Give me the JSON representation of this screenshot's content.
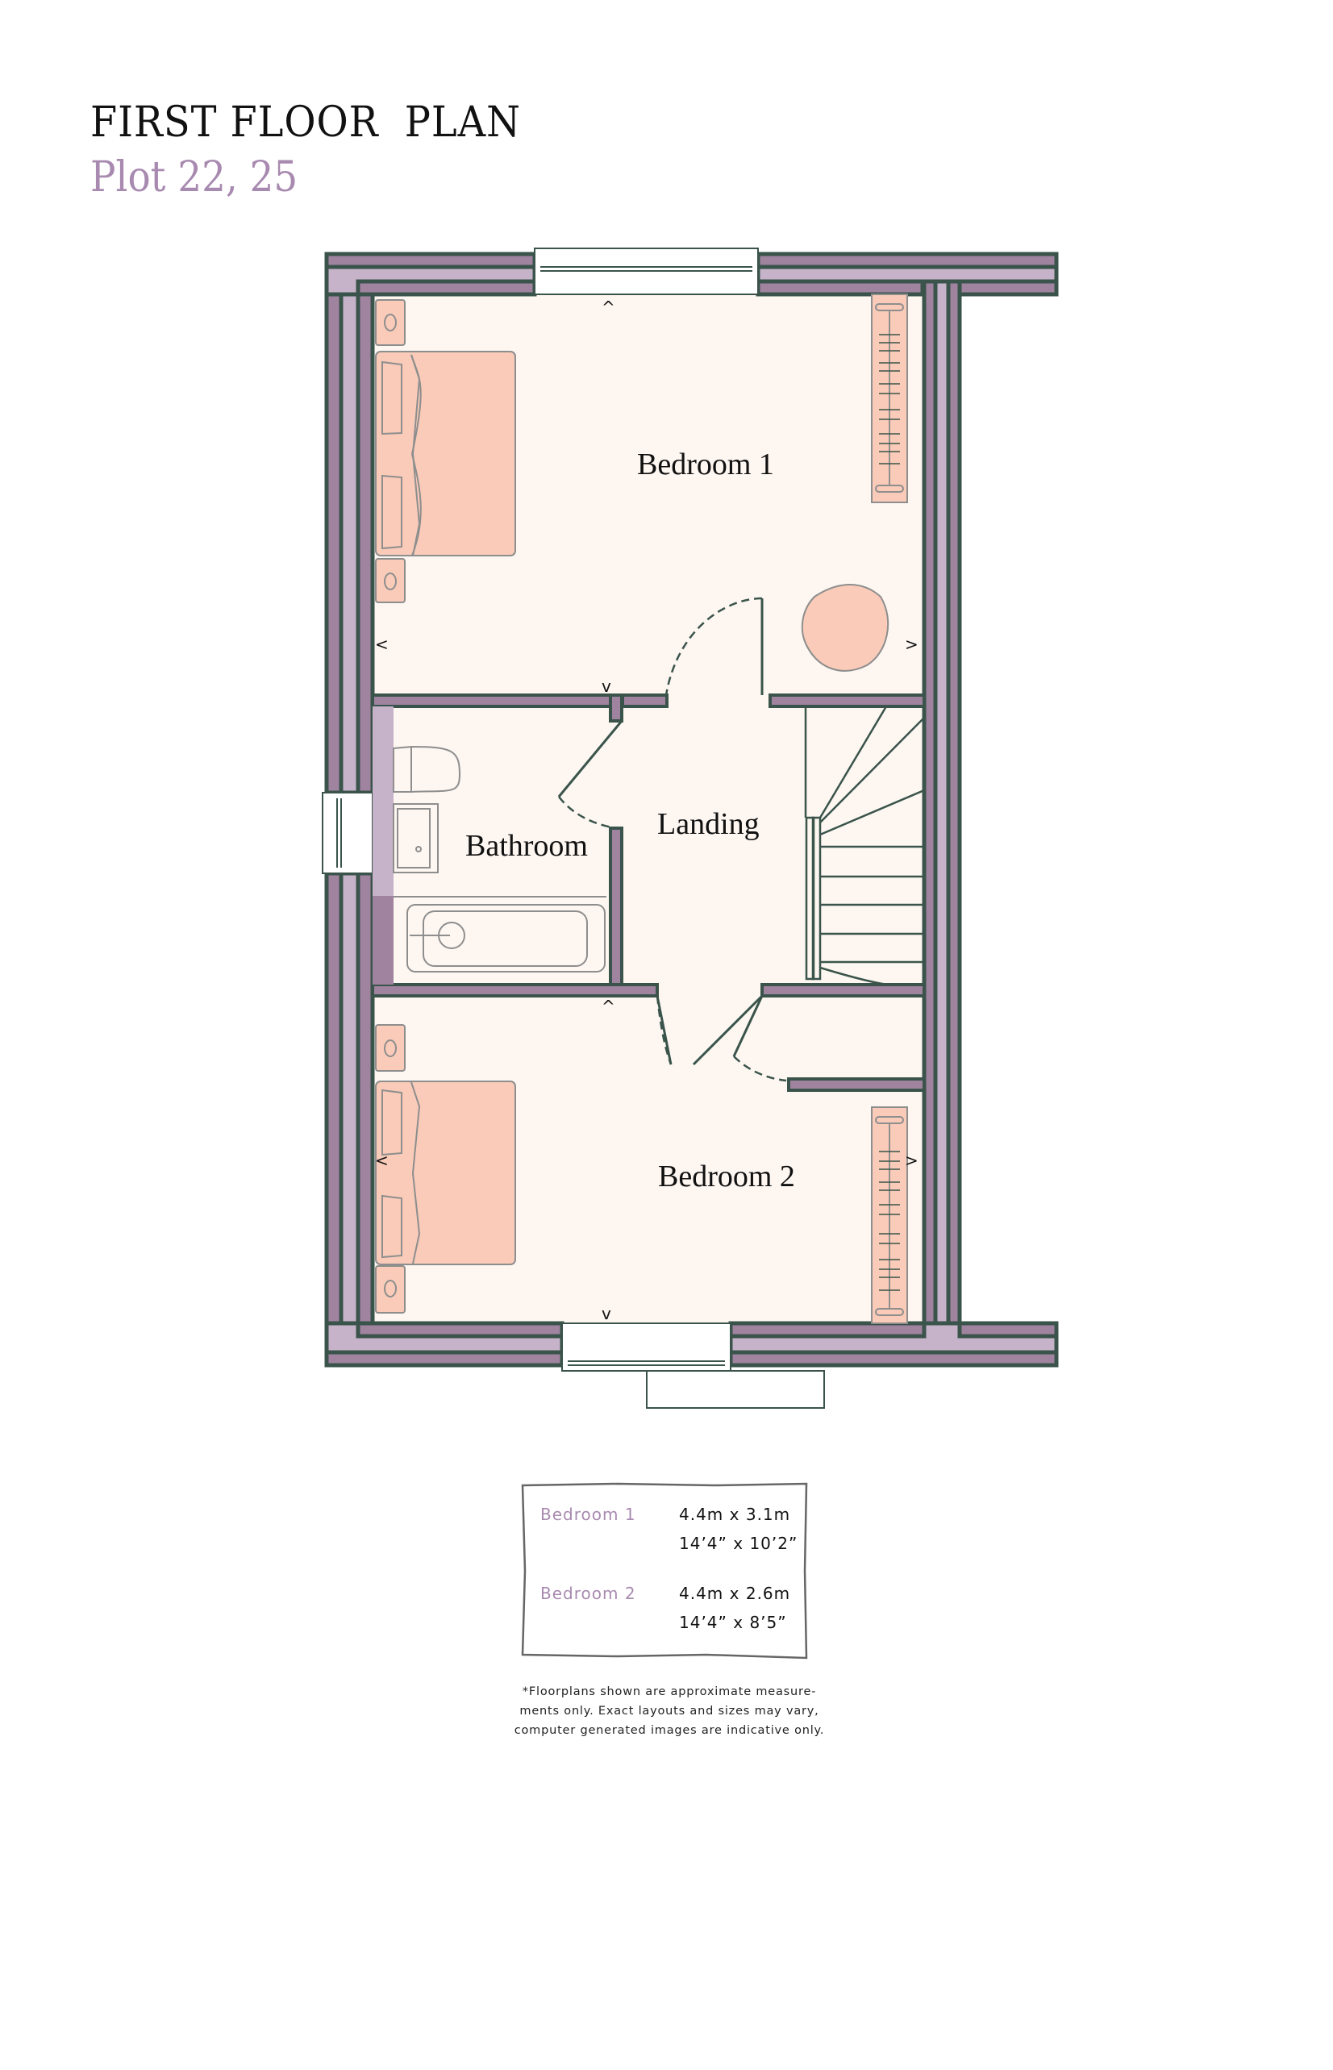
{
  "header": {
    "title": "FIRST FLOOR  PLAN",
    "subtitle": "Plot 22, 25"
  },
  "plan": {
    "rooms": [
      {
        "name": "Bedroom 1"
      },
      {
        "name": "Bathroom"
      },
      {
        "name": "Landing"
      },
      {
        "name": "Bedroom 2"
      }
    ],
    "colors": {
      "wall_outer": "#a0839f",
      "wall_inner": "#c7b3c9",
      "wall_stroke": "#3a544b",
      "floor": "#fdf6f1",
      "furniture": "#f9cbb8",
      "furniture_stroke": "#8e8e8e",
      "title_accent": "#a88ab0"
    },
    "arrow_glyphs": {
      "up": "^",
      "down": "v",
      "left": "<",
      "right": ">"
    }
  },
  "legend": {
    "rows": [
      {
        "name": "Bedroom 1",
        "metric": "4.4m x 3.1m",
        "imperial": "14’4” x 10’2”"
      },
      {
        "name": "Bedroom 2",
        "metric": "4.4m x 2.6m",
        "imperial": "14’4” x 8’5”"
      }
    ]
  },
  "disclaimer": {
    "line1": "*Floorplans shown are approximate measure-",
    "line2": "ments only. Exact layouts and sizes may vary,",
    "line3": "computer generated images are indicative only."
  }
}
